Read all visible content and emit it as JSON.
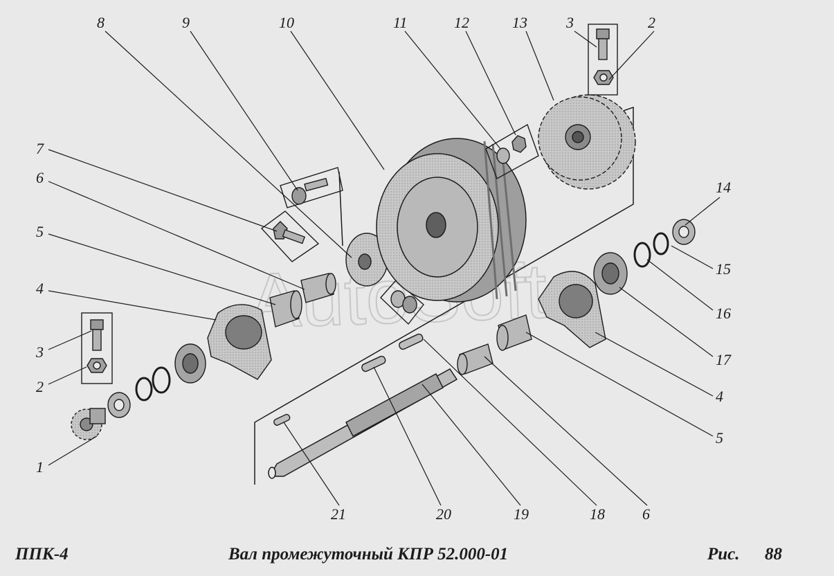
{
  "watermark": "AutoSoft",
  "footer": {
    "model": "ППК-4",
    "title": "Вал промежуточный КПР 52.000-01",
    "fig_label": "Рис.",
    "fig_number": "88"
  },
  "callouts": {
    "c1": "1",
    "c2a": "2",
    "c3a": "3",
    "c4a": "4",
    "c5a": "5",
    "c6a": "6",
    "c7": "7",
    "c8": "8",
    "c9": "9",
    "c10": "10",
    "c11": "11",
    "c12": "12",
    "c13": "13",
    "c3b": "3",
    "c2b": "2",
    "c14": "14",
    "c15": "15",
    "c16": "16",
    "c17": "17",
    "c4b": "4",
    "c5b": "5",
    "c6b": "6",
    "c18": "18",
    "c19": "19",
    "c20": "20",
    "c21": "21"
  },
  "colors": {
    "ink": "#1c1c1c",
    "paper": "#e9e9e9",
    "part": "#bdbdbd",
    "part_dark": "#8a8a8a"
  }
}
